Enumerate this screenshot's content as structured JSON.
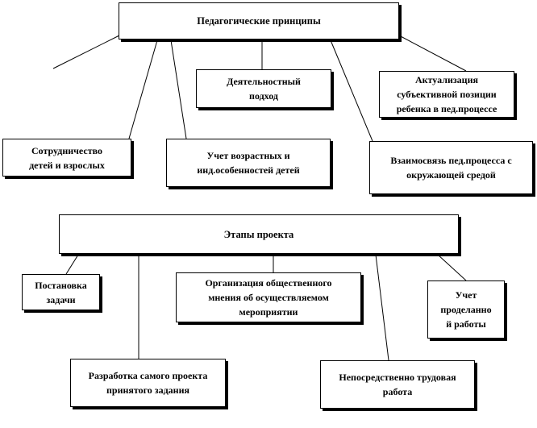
{
  "diagram1": {
    "root": "Педагогические принципы",
    "activity": "Деятельностный\nподход",
    "subjective": "Актуализация\nсубъективной позиции\nребенка в пед.процессе",
    "cooperation": "Сотрудничество\nдетей и взрослых",
    "age": "Учет возрастных и\nинд.особенностей детей",
    "environment": "Взаимосвязь пед.процесса с\nокружающей средой"
  },
  "diagram2": {
    "root": "Этапы проекта",
    "task": "Постановка\nзадачи",
    "opinion": "Организация общественного\nмнения об осуществляемом\nмероприятии",
    "accounting": "Учет\nпроделанно\nй работы",
    "development": "Разработка самого проекта\nпринятого задания",
    "labor": "Непосредственно трудовая\nработа"
  }
}
